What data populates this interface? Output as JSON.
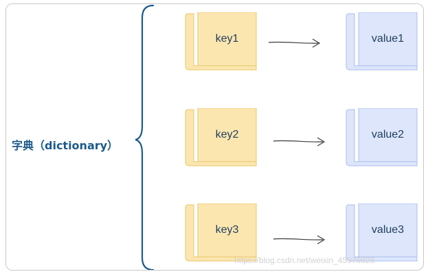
{
  "diagram": {
    "title": "字典（dictionary）",
    "pairs": [
      {
        "key": "key1",
        "value": "value1"
      },
      {
        "key": "key2",
        "value": "value2"
      },
      {
        "key": "key3",
        "value": "value3"
      }
    ],
    "watermark": "https://blog.csdn.net/weixin_45970028"
  },
  "colors": {
    "key_fill": "#fce6b0",
    "key_stroke": "#e9c56a",
    "value_fill": "#dde6fb",
    "value_stroke": "#a9bdee",
    "brace": "#1b5a8c",
    "title": "#1b5a8c"
  }
}
